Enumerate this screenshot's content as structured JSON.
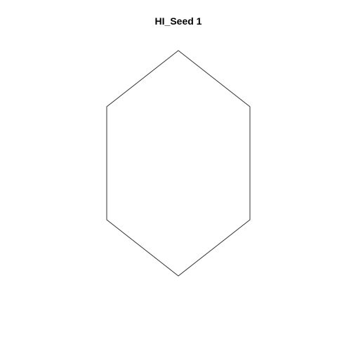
{
  "plot": {
    "title": "HI_Seed 1",
    "shape": "hexagon",
    "stroke_color": "#333333",
    "fill": "none",
    "background": "#ffffff"
  }
}
